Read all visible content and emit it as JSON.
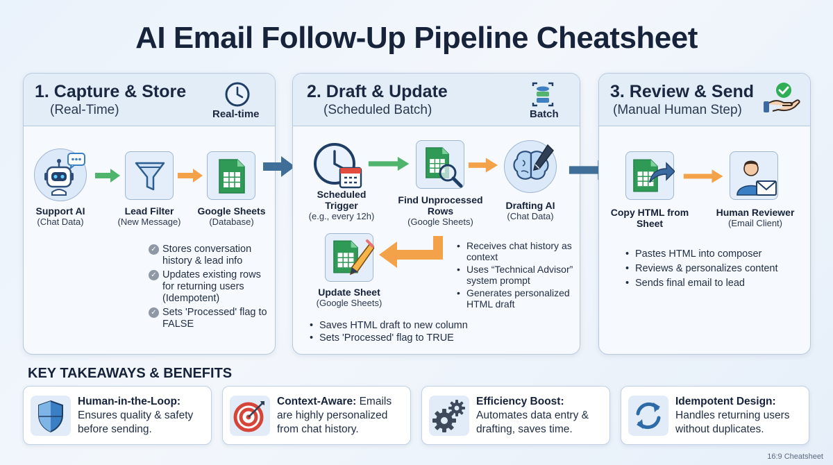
{
  "title": "AI Email Follow-Up Pipeline Cheatsheet",
  "colors": {
    "green_arrow": "#4fb56d",
    "orange_arrow": "#f3a24a",
    "blue_arrow": "#3f6f98",
    "sheets_green": "#2f9a55"
  },
  "panels": [
    {
      "title": "1. Capture & Store",
      "subtitle": "(Real-Time)",
      "icon": "clock-icon",
      "tag": "Real-time",
      "nodes": [
        {
          "name": "Support AI",
          "sub": "(Chat Data)",
          "icon": "robot-chat-icon"
        },
        {
          "name": "Lead Filter",
          "sub": "(New Message)",
          "icon": "funnel-icon"
        },
        {
          "name": "Google Sheets",
          "sub": "(Database)",
          "icon": "spreadsheet-icon"
        }
      ],
      "checks": [
        "Stores conversation history & lead info",
        "Updates existing rows for returning users (Idempotent)",
        "Sets 'Processed' flag to FALSE"
      ]
    },
    {
      "title": "2. Draft & Update",
      "subtitle": "(Scheduled Batch)",
      "icon": "batch-icon",
      "tag": "Batch",
      "nodes": [
        {
          "name": "Scheduled Trigger",
          "sub": "(e.g., every 12h)",
          "icon": "clock-calendar-icon"
        },
        {
          "name": "Find Unprocessed Rows",
          "sub": "(Google Sheets)",
          "icon": "sheet-search-icon"
        },
        {
          "name": "Drafting AI",
          "sub": "(Chat Data)",
          "icon": "brain-pen-icon"
        },
        {
          "name": "Update Sheet",
          "sub": "(Google Sheets)",
          "icon": "sheet-edit-icon"
        }
      ],
      "drafting_bullets": [
        "Receives chat history as context",
        "Uses “Technical Advisor” system prompt",
        "Generates personalized HTML draft"
      ],
      "update_bullets": [
        "Saves HTML draft to new column",
        "Sets 'Processed' flag to TRUE"
      ]
    },
    {
      "title": "3. Review & Send",
      "subtitle": "(Manual Human Step)",
      "icon": "hand-check-icon",
      "nodes": [
        {
          "name": "Copy HTML from Sheet",
          "sub": "",
          "icon": "sheet-export-icon"
        },
        {
          "name": "Human Reviewer",
          "sub": "(Email Client)",
          "icon": "person-mail-icon"
        }
      ],
      "bullets": [
        "Pastes HTML into composer",
        "Reviews & personalizes content",
        "Sends final email to lead"
      ]
    }
  ],
  "takeaways": {
    "heading": "KEY TAKEAWAYS & BENEFITS",
    "items": [
      {
        "title": "Human-in-the-Loop:",
        "text": "Ensures quality & safety before sending.",
        "icon": "shield-icon"
      },
      {
        "title": "Context-Aware:",
        "text": "Emails are highly personalized from chat history.",
        "icon": "target-icon"
      },
      {
        "title": "Efficiency Boost:",
        "text": "Automates data entry & drafting, saves time.",
        "icon": "gears-icon"
      },
      {
        "title": "Idempotent Design:",
        "text": "Handles returning users without duplicates.",
        "icon": "refresh-icon"
      }
    ]
  },
  "footer": "16:9 Cheatsheet"
}
